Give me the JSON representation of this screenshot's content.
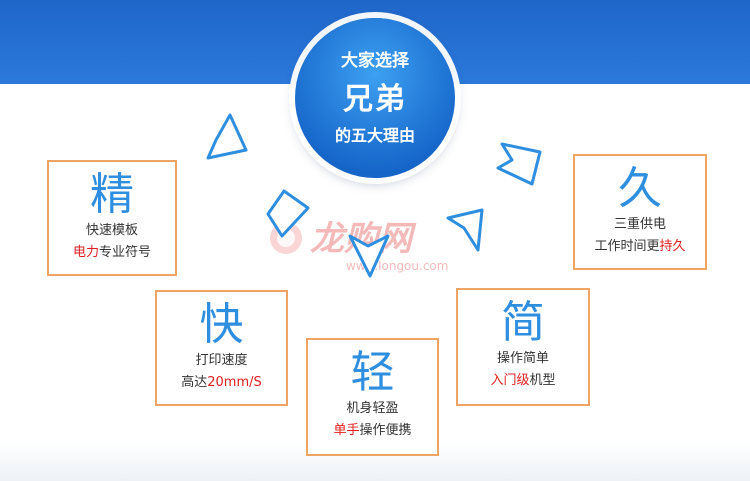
{
  "center": {
    "line1": "大家选择",
    "line2": "兄弟",
    "line3": "的五大理由"
  },
  "watermark": {
    "brand": "龙购网",
    "url": "www.longou.com"
  },
  "cards": [
    {
      "char": "精",
      "line1": "快速模板",
      "line2_red": "电力",
      "line2_rest": "专业符号"
    },
    {
      "char": "快",
      "line1": "打印速度",
      "line2_pre": "高达",
      "line2_red": "20mm/S"
    },
    {
      "char": "轻",
      "line1": "机身轻盈",
      "line2_red": "单手",
      "line2_rest": "操作便携"
    },
    {
      "char": "简",
      "line1": "操作简单",
      "line2_red": "入门级",
      "line2_rest": "机型"
    },
    {
      "char": "久",
      "line1": "三重供电",
      "line2_pre": "工作时间更",
      "line2_red": "持久"
    }
  ],
  "colors": {
    "banner": "#2470d4",
    "accent": "#2e8ee0",
    "border": "#f0a463",
    "highlight": "#e02020"
  }
}
